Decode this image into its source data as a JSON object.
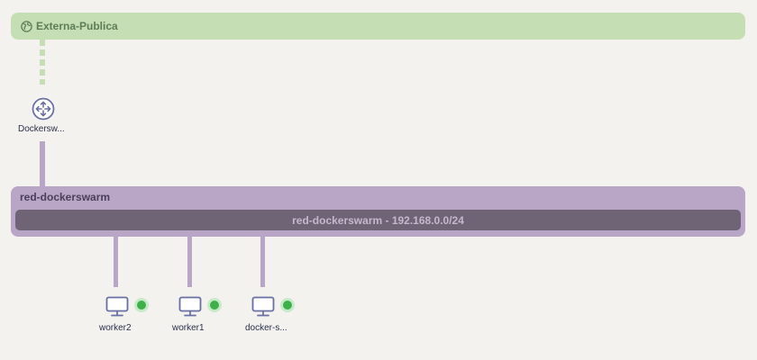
{
  "external_network": {
    "name": "Externa-Publica",
    "icon": "globe-icon"
  },
  "router": {
    "label": "Dockersw...",
    "icon": "router-icon"
  },
  "network": {
    "name": "red-dockerswarm",
    "subnet_label": "red-dockerswarm - 192.168.0.0/24"
  },
  "nodes": [
    {
      "label": "worker2",
      "status": "online",
      "icon": "monitor-icon"
    },
    {
      "label": "worker1",
      "status": "online",
      "icon": "monitor-icon"
    },
    {
      "label": "docker-s...",
      "status": "online",
      "icon": "monitor-icon"
    }
  ],
  "colors": {
    "external_network": "#c5deb4",
    "internal_network": "#b9a6c6",
    "subnet_bar": "#6f6376",
    "status_online": "#3eb049",
    "icon": "#6a6fa3"
  }
}
